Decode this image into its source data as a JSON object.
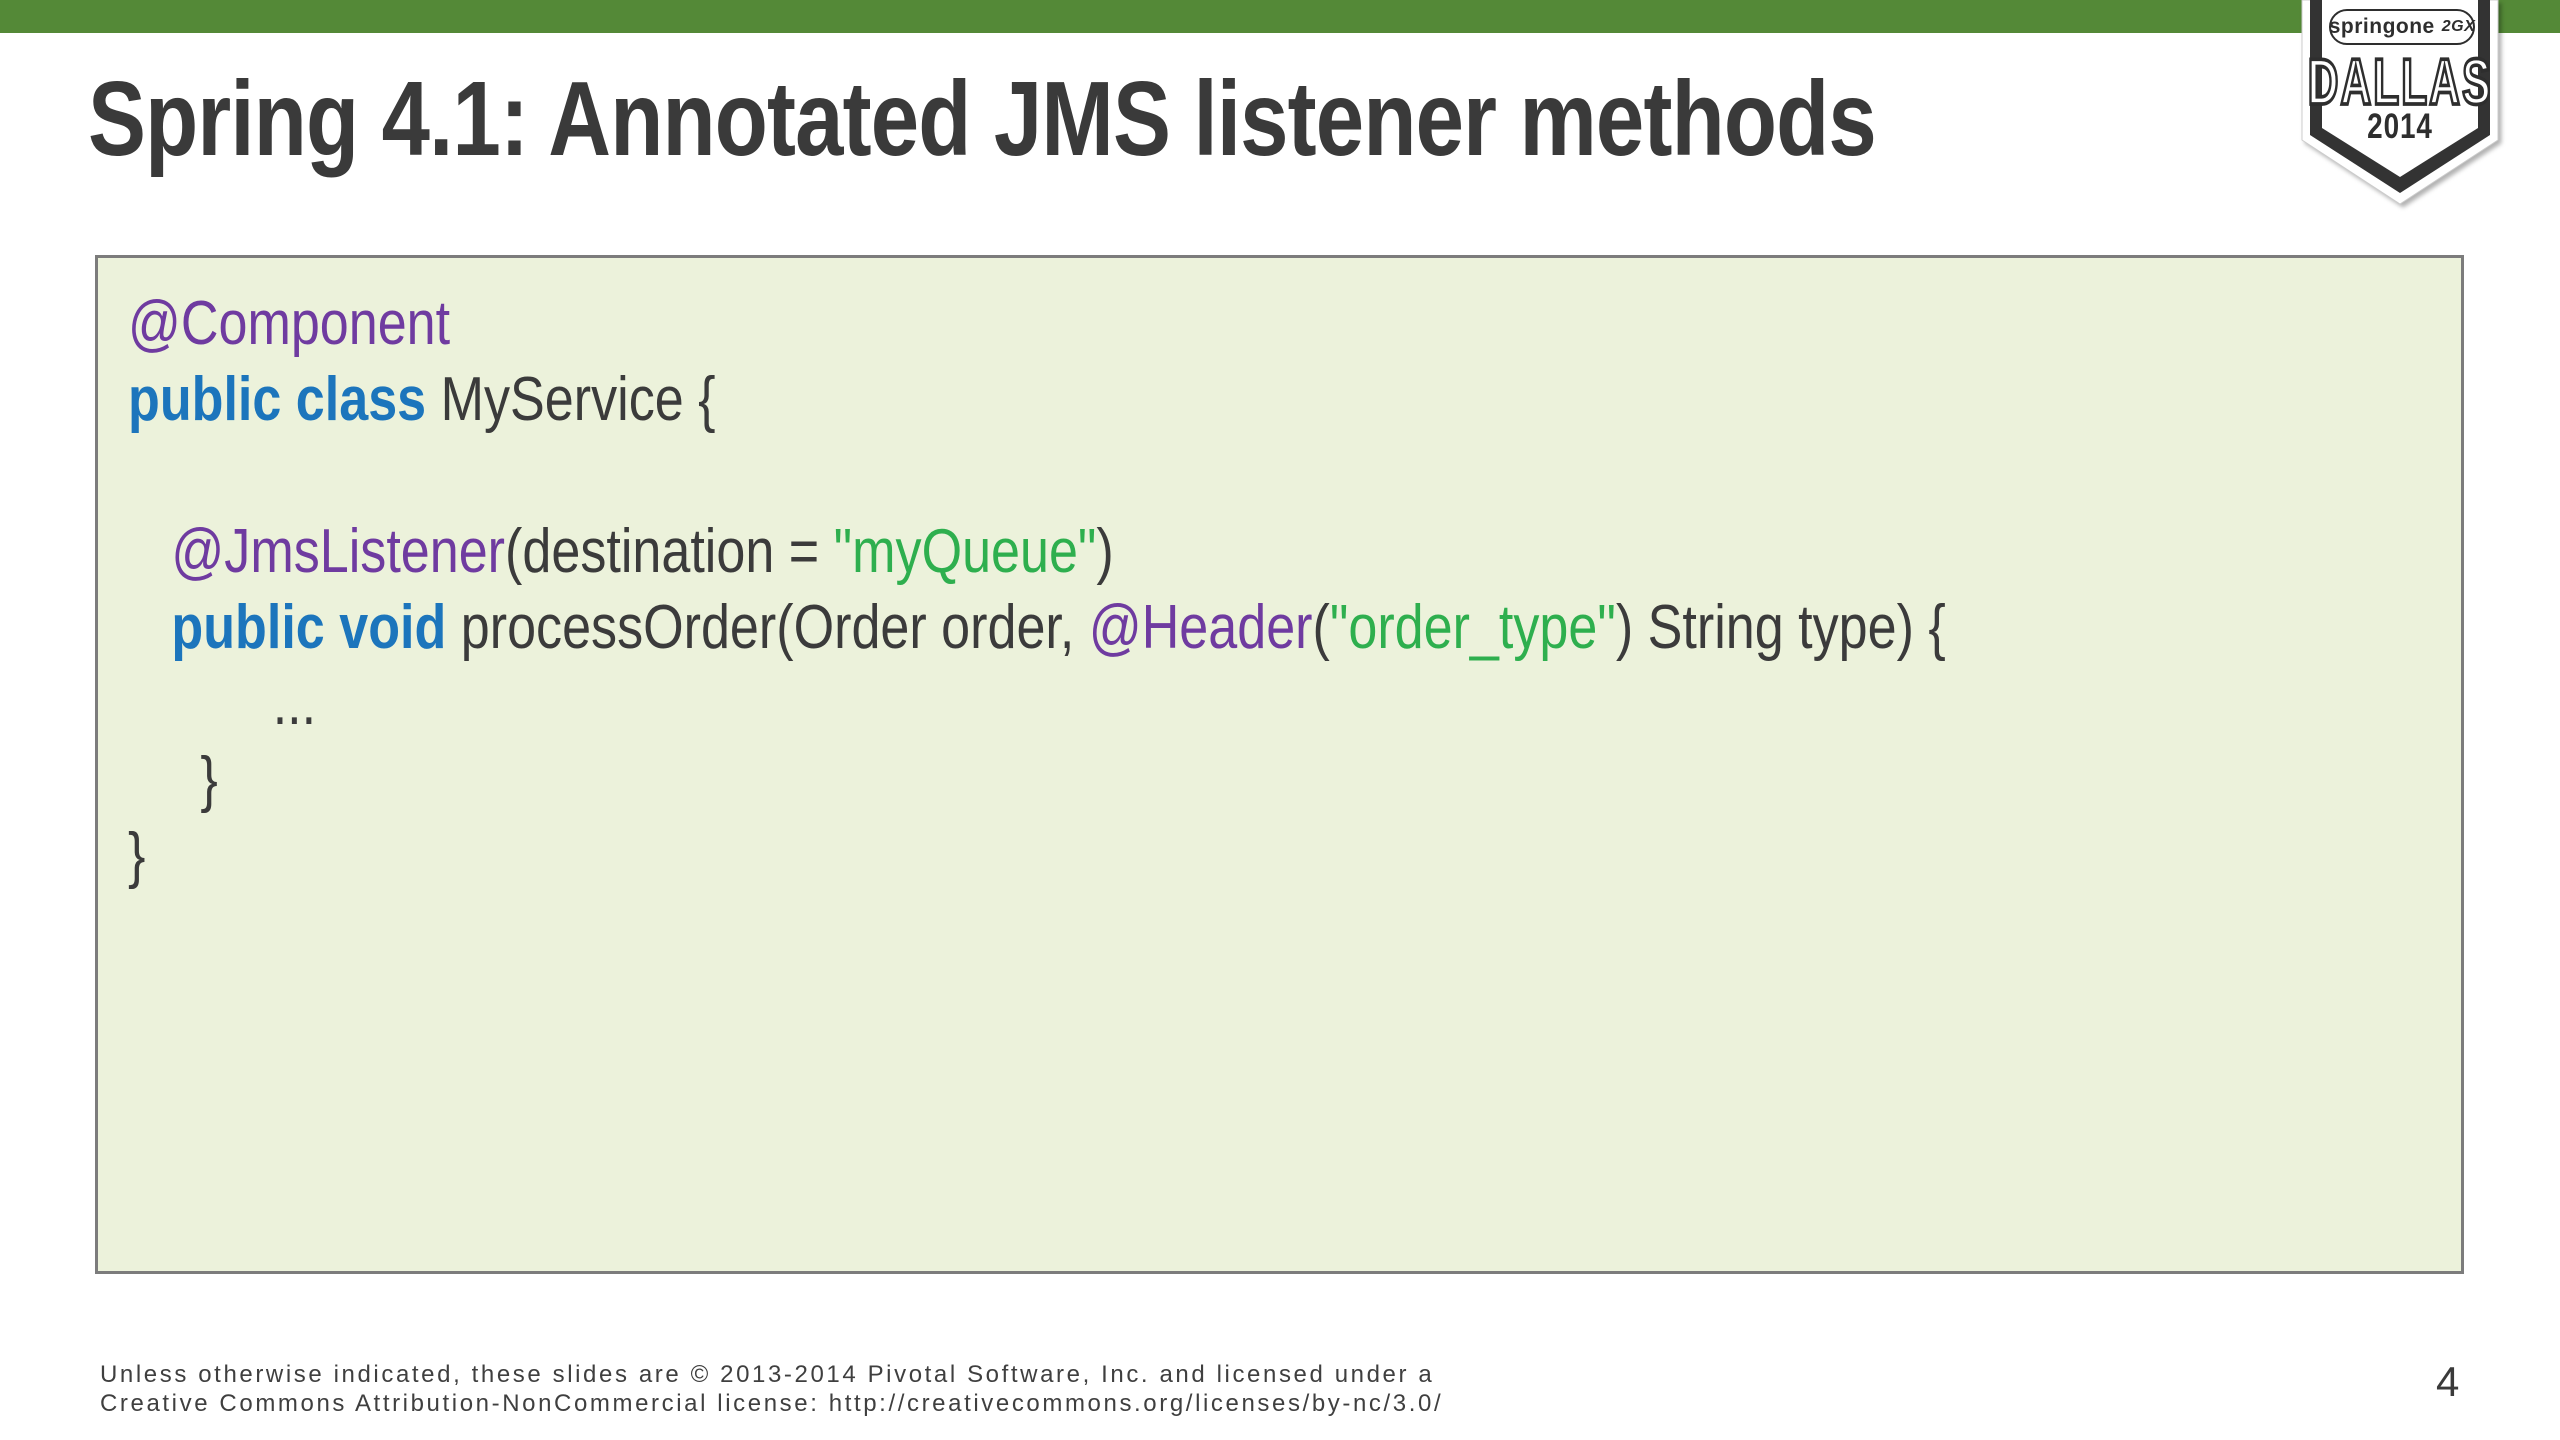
{
  "slide": {
    "title": "Spring 4.1: Annotated JMS listener methods",
    "page_number": "4",
    "footer_line1": "Unless otherwise indicated, these slides are © 2013-2014 Pivotal Software, Inc. and licensed under a",
    "footer_line2": "Creative Commons Attribution-NonCommercial license: http://creativecommons.org/licenses/by-nc/3.0/"
  },
  "badge": {
    "brand": "springone",
    "brand_suffix": "2GX",
    "city": "DALLAS",
    "year": "2014"
  },
  "colors": {
    "accent_green_bar": "#548937",
    "code_bg": "#ecf2db",
    "code_border": "#7c7c7c",
    "annotation_purple": "#6f3ba0",
    "keyword_blue": "#1c75bc",
    "string_green": "#2eaf4e",
    "code_text": "#3b3b3b",
    "title_text": "#3a3a3a"
  },
  "code": {
    "lines": [
      {
        "segments": [
          {
            "t": "@Component",
            "c": "purple"
          }
        ]
      },
      {
        "segments": [
          {
            "t": "public class",
            "c": "blue",
            "b": true
          },
          {
            "t": " MyService {",
            "c": "plain"
          }
        ]
      },
      {
        "segments": []
      },
      {
        "segments": [
          {
            "t": "   ",
            "c": "plain"
          },
          {
            "t": "@JmsListener",
            "c": "purple"
          },
          {
            "t": "(destination = ",
            "c": "plain"
          },
          {
            "t": "\"myQueue\"",
            "c": "green"
          },
          {
            "t": ")",
            "c": "plain"
          }
        ]
      },
      {
        "segments": [
          {
            "t": "   ",
            "c": "plain"
          },
          {
            "t": "public void",
            "c": "blue",
            "b": true
          },
          {
            "t": " processOrder(Order order, ",
            "c": "plain"
          },
          {
            "t": "@Header",
            "c": "purple"
          },
          {
            "t": "(",
            "c": "plain"
          },
          {
            "t": "\"order_type\"",
            "c": "green"
          },
          {
            "t": ") String type) {",
            "c": "plain"
          }
        ]
      },
      {
        "segments": [
          {
            "t": "          ...",
            "c": "plain"
          }
        ]
      },
      {
        "segments": [
          {
            "t": "     }",
            "c": "plain"
          }
        ]
      },
      {
        "segments": [
          {
            "t": "}",
            "c": "plain"
          }
        ]
      }
    ]
  }
}
